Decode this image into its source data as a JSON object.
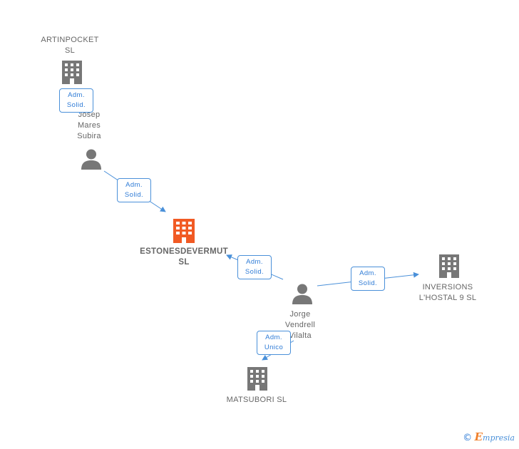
{
  "colors": {
    "edge": "#4a90d9",
    "node": "#777777",
    "main_node": "#f15a24",
    "badge_text": "#2e7bd6"
  },
  "nodes": {
    "artinpocket": {
      "label": "ARTINPOCKET\nSL",
      "icon": "building-icon"
    },
    "josep": {
      "label": "Josep\nMares\nSubira",
      "icon": "person-icon"
    },
    "estonesdevermut": {
      "label": "ESTONESDEVERMUT\nSL",
      "icon": "building-icon"
    },
    "jorge": {
      "label": "Jorge\nVendrell\nVilalta",
      "icon": "person-icon"
    },
    "inversions": {
      "label": "INVERSIONS\nL'HOSTAL 9 SL",
      "icon": "building-icon"
    },
    "matsubori": {
      "label": "MATSUBORI SL",
      "icon": "building-icon"
    }
  },
  "edges": {
    "josep_artinpocket": {
      "label": "Adm.\nSolid."
    },
    "josep_estonesdevermut": {
      "label": "Adm.\nSolid."
    },
    "jorge_estonesdevermut": {
      "label": "Adm.\nSolid."
    },
    "jorge_inversions": {
      "label": "Adm.\nSolid."
    },
    "jorge_matsubori": {
      "label": "Adm.\nUnico"
    }
  },
  "footer": {
    "copyright": "©",
    "brand_initial": "E",
    "brand_rest": "mpresia"
  }
}
